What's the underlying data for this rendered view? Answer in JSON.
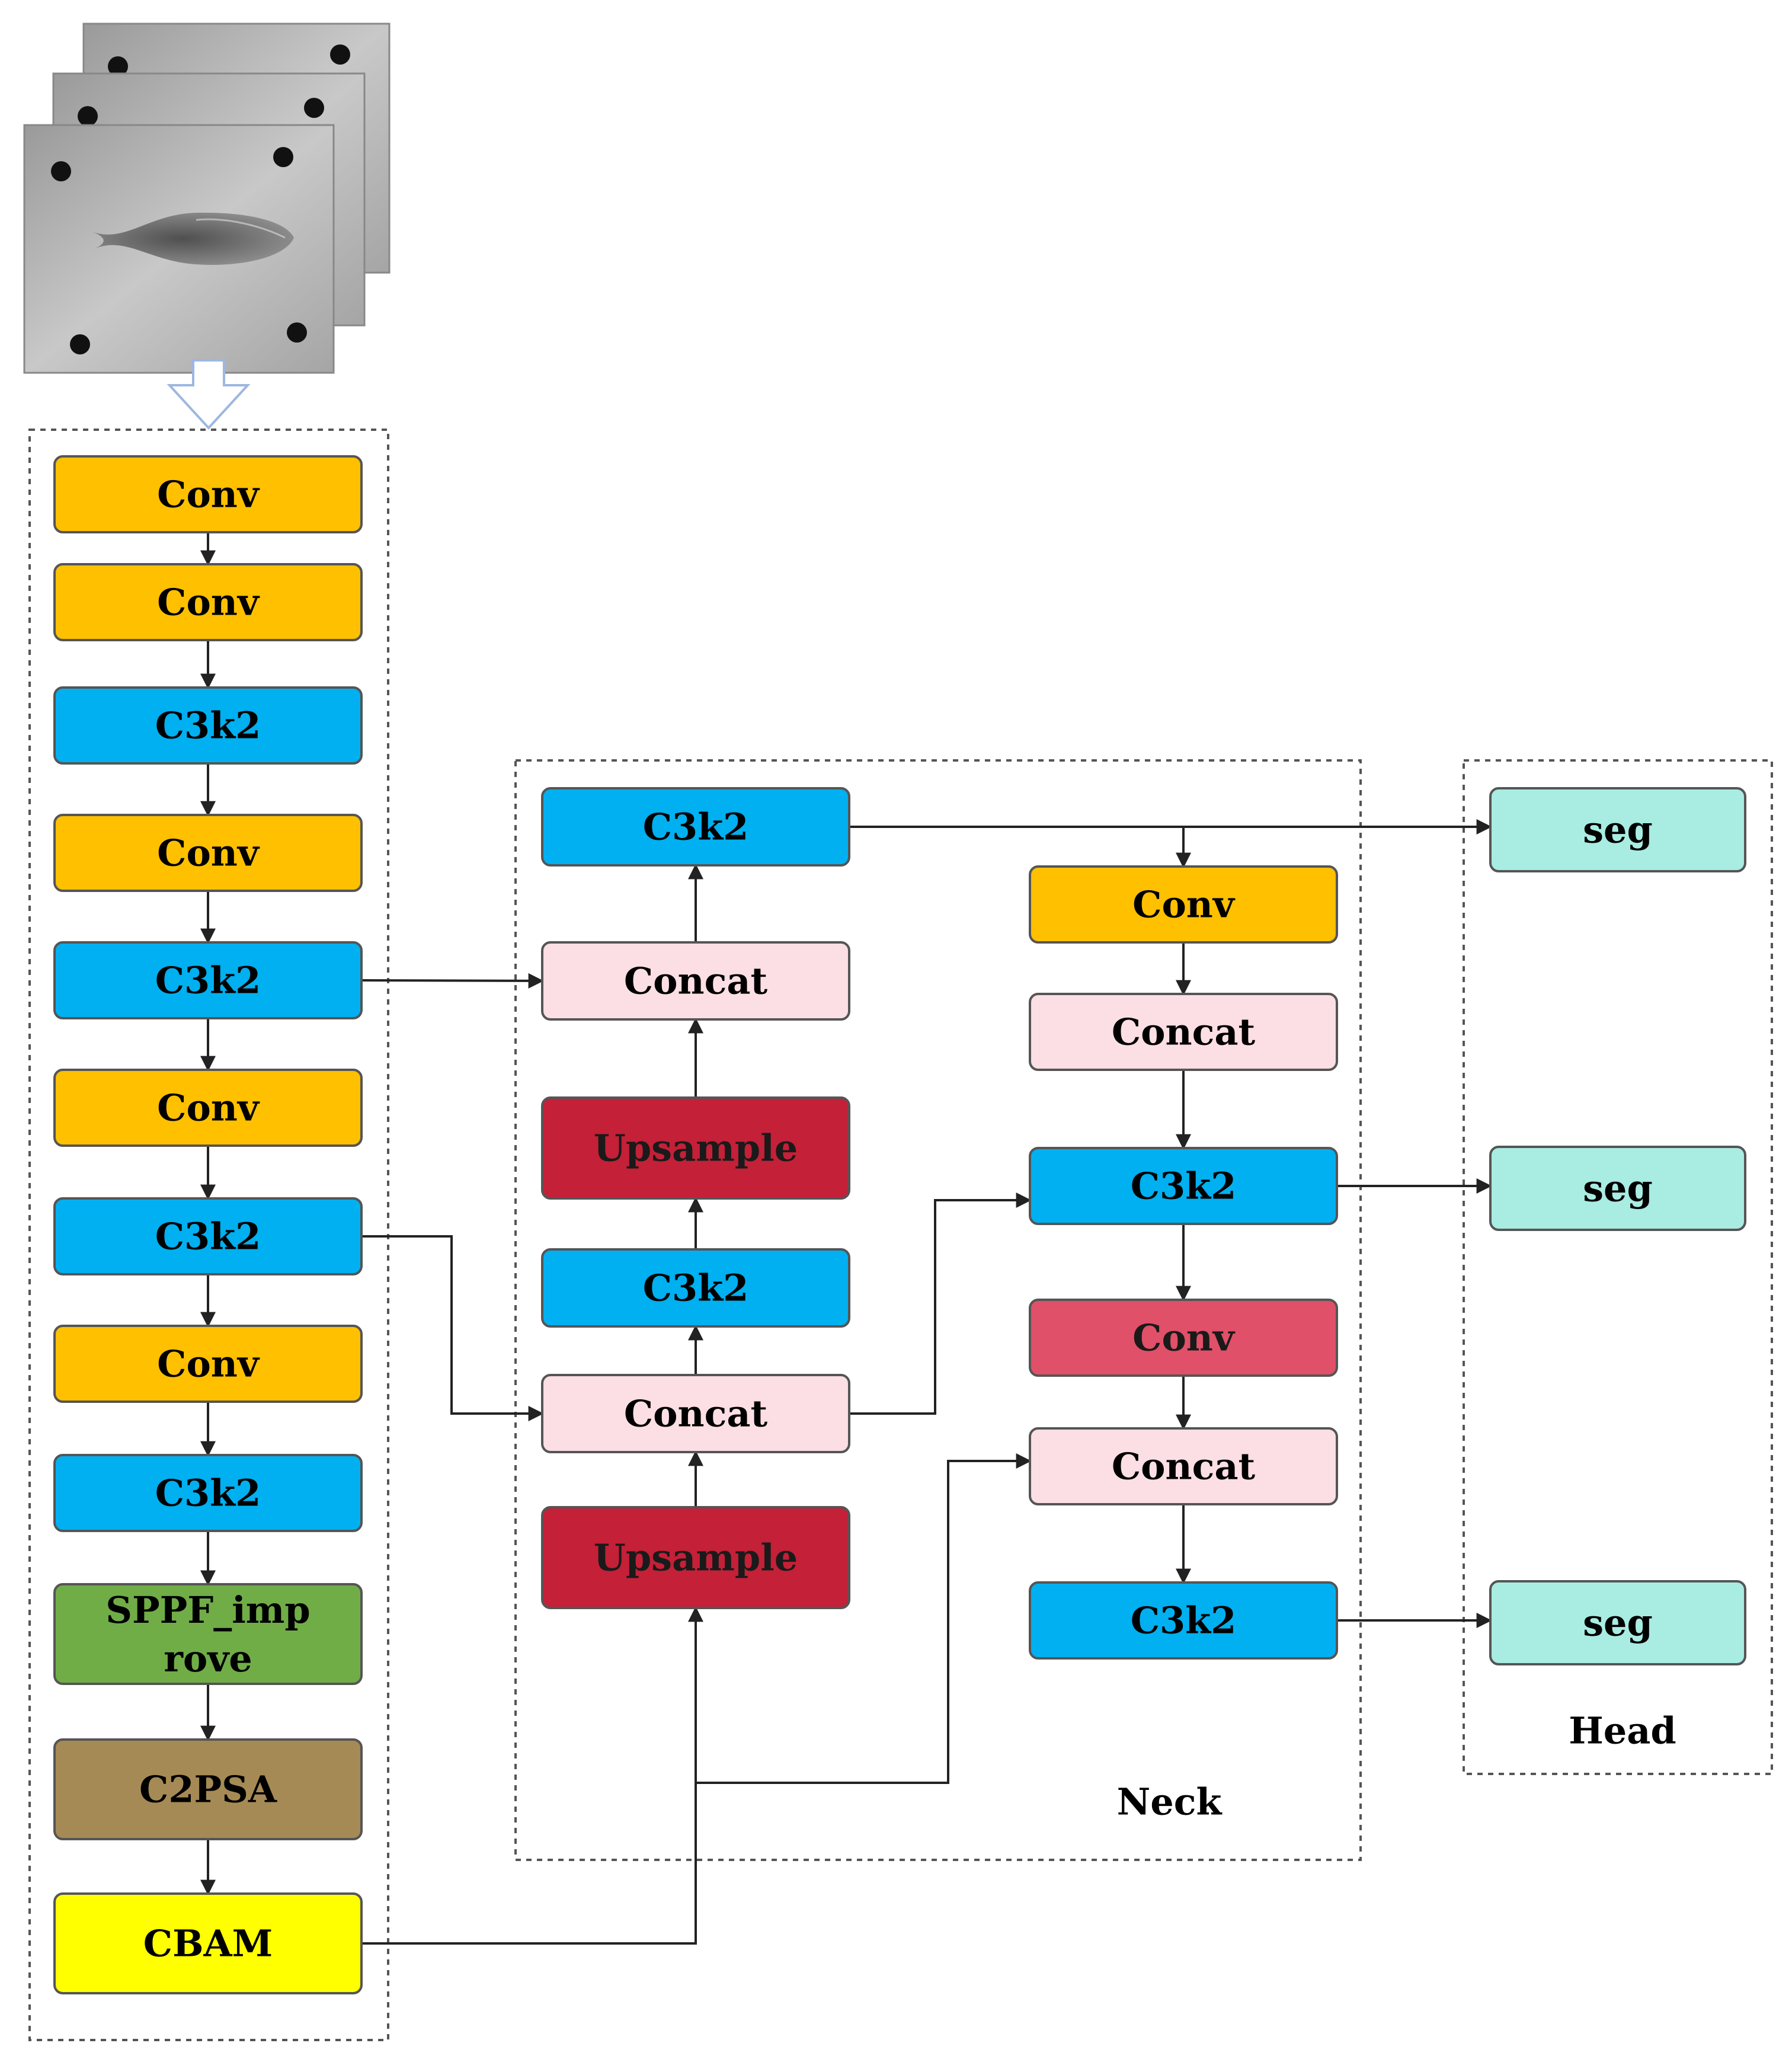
{
  "colors": {
    "conv": "#FFC000",
    "c3k2": "#00B0F0",
    "concat": "#FBDFE4",
    "upsample": "#C42038",
    "conv_red": "#E05068",
    "sppf": "#70AD47",
    "c2psa": "#A68A55",
    "cbam": "#FFFF00",
    "seg": "#A8ECE2"
  },
  "input_images": [
    "fish-larva-image",
    "fish-larva-image",
    "fish-larva-image"
  ],
  "backbone": [
    {
      "label": "Conv",
      "type": "conv"
    },
    {
      "label": "Conv",
      "type": "conv"
    },
    {
      "label": "C3k2",
      "type": "c3k2"
    },
    {
      "label": "Conv",
      "type": "conv"
    },
    {
      "label": "C3k2",
      "type": "c3k2"
    },
    {
      "label": "Conv",
      "type": "conv"
    },
    {
      "label": "C3k2",
      "type": "c3k2"
    },
    {
      "label": "Conv",
      "type": "conv"
    },
    {
      "label": "C3k2",
      "type": "c3k2"
    },
    {
      "label": "SPPF_imp\nrove",
      "type": "sppf"
    },
    {
      "label": "C2PSA",
      "type": "c2psa"
    },
    {
      "label": "CBAM",
      "type": "cbam"
    }
  ],
  "neck_left": [
    {
      "label": "C3k2",
      "type": "c3k2"
    },
    {
      "label": "Concat",
      "type": "concat"
    },
    {
      "label": "Upsample",
      "type": "upsample"
    },
    {
      "label": "C3k2",
      "type": "c3k2"
    },
    {
      "label": "Concat",
      "type": "concat"
    },
    {
      "label": "Upsample",
      "type": "upsample"
    }
  ],
  "neck_right": [
    {
      "label": "Conv",
      "type": "conv"
    },
    {
      "label": "Concat",
      "type": "concat"
    },
    {
      "label": "C3k2",
      "type": "c3k2"
    },
    {
      "label": "Conv",
      "type": "conv_red"
    },
    {
      "label": "Concat",
      "type": "concat"
    },
    {
      "label": "C3k2",
      "type": "c3k2"
    }
  ],
  "head": [
    {
      "label": "seg",
      "type": "seg"
    },
    {
      "label": "seg",
      "type": "seg"
    },
    {
      "label": "seg",
      "type": "seg"
    }
  ],
  "sections": {
    "neck": "Neck",
    "head": "Head"
  }
}
